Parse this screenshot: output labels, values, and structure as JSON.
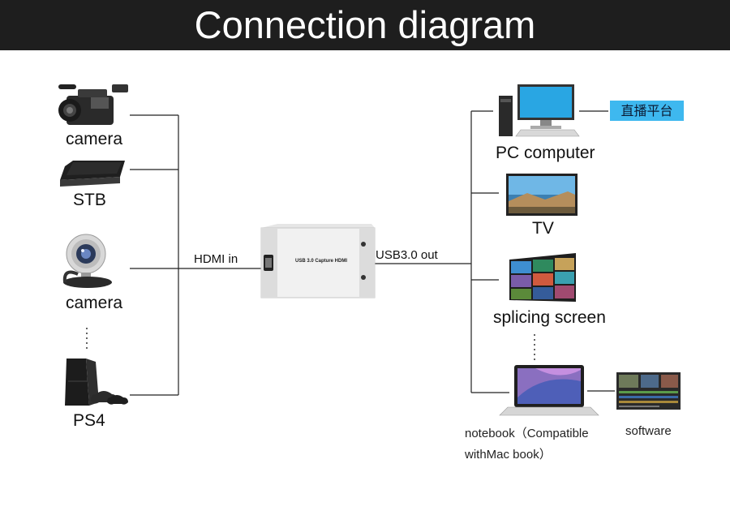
{
  "header": {
    "title": "Connection diagram"
  },
  "inputs": {
    "camera1": "camera",
    "stb": "STB",
    "camera2": "camera",
    "ps4": "PS4",
    "link_label": "HDMI in"
  },
  "device": {
    "brand_text": "USB 3.0 Capture HDMI",
    "out_label": "USB3.0 out"
  },
  "outputs": {
    "pc": "PC computer",
    "live_platform": "直播平台",
    "tv": "TV",
    "splicing": "splicing screen",
    "notebook_line1": "notebook（Compatible",
    "notebook_line2": "withMac book）",
    "software": "software"
  },
  "colors": {
    "banner": "#1e1e1e",
    "live_box": "#3eb8ef",
    "line": "#222222"
  },
  "icons": [
    "camcorder-icon",
    "set-top-box-icon",
    "webcam-icon",
    "ps4-console-icon",
    "capture-device-icon",
    "desktop-pc-icon",
    "tv-icon",
    "video-wall-icon",
    "laptop-icon",
    "editing-software-icon"
  ]
}
